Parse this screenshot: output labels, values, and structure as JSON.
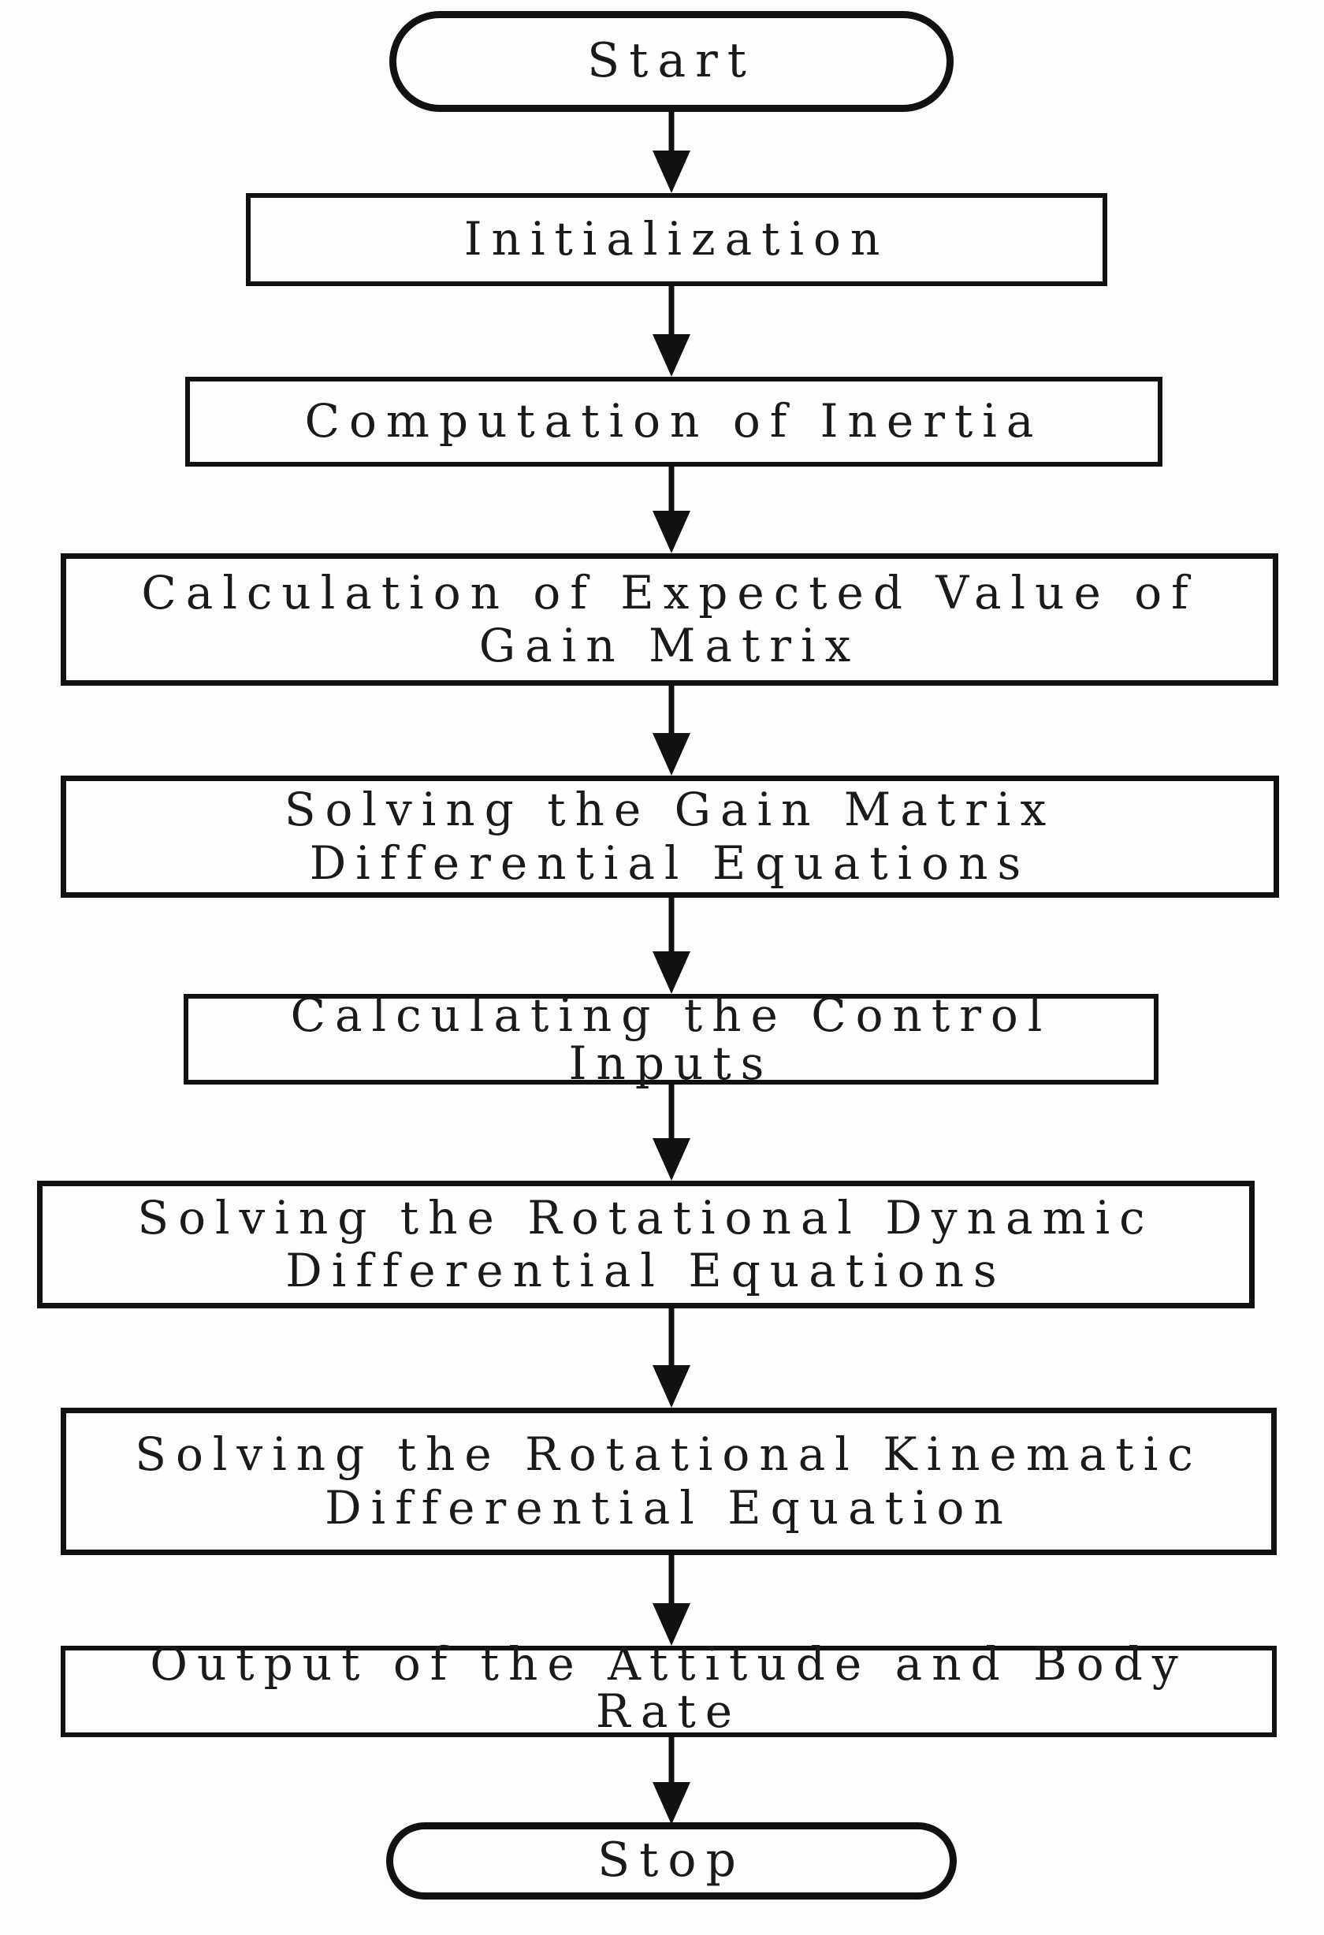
{
  "diagram": {
    "type": "flowchart",
    "colors": {
      "background": "#fdfdfd",
      "ink": "#111111",
      "node_fill": "#fefefe"
    },
    "nodes": [
      {
        "id": "start",
        "type": "terminator",
        "label": "Start"
      },
      {
        "id": "initialization",
        "type": "process",
        "label": "Initialization"
      },
      {
        "id": "computation-of-inertia",
        "type": "process",
        "label": "Computation of Inertia"
      },
      {
        "id": "calculation-expected-value-gain-matrix",
        "type": "process",
        "label": "Calculation of Expected Value of\nGain Matrix"
      },
      {
        "id": "solving-gain-matrix-differential-equations",
        "type": "process",
        "label": "Solving the Gain Matrix\nDifferential Equations"
      },
      {
        "id": "calculating-control-inputs",
        "type": "process",
        "label": "Calculating the Control\nInputs"
      },
      {
        "id": "solving-rotational-dynamic-differential-equations",
        "type": "process",
        "label": "Solving the Rotational Dynamic\nDifferential Equations"
      },
      {
        "id": "solving-rotational-kinematic-differential-equation",
        "type": "process",
        "label": "Solving the Rotational Kinematic\nDifferential Equation"
      },
      {
        "id": "output-attitude-body-rate",
        "type": "process",
        "label": "Output of the Attitude and Body\nRate"
      },
      {
        "id": "stop",
        "type": "terminator",
        "label": "Stop"
      }
    ],
    "edges": [
      {
        "from": "start",
        "to": "initialization"
      },
      {
        "from": "initialization",
        "to": "computation-of-inertia"
      },
      {
        "from": "computation-of-inertia",
        "to": "calculation-expected-value-gain-matrix"
      },
      {
        "from": "calculation-expected-value-gain-matrix",
        "to": "solving-gain-matrix-differential-equations"
      },
      {
        "from": "solving-gain-matrix-differential-equations",
        "to": "calculating-control-inputs"
      },
      {
        "from": "calculating-control-inputs",
        "to": "solving-rotational-dynamic-differential-equations"
      },
      {
        "from": "solving-rotational-dynamic-differential-equations",
        "to": "solving-rotational-kinematic-differential-equation"
      },
      {
        "from": "solving-rotational-kinematic-differential-equation",
        "to": "output-attitude-body-rate"
      },
      {
        "from": "output-attitude-body-rate",
        "to": "stop"
      }
    ]
  }
}
